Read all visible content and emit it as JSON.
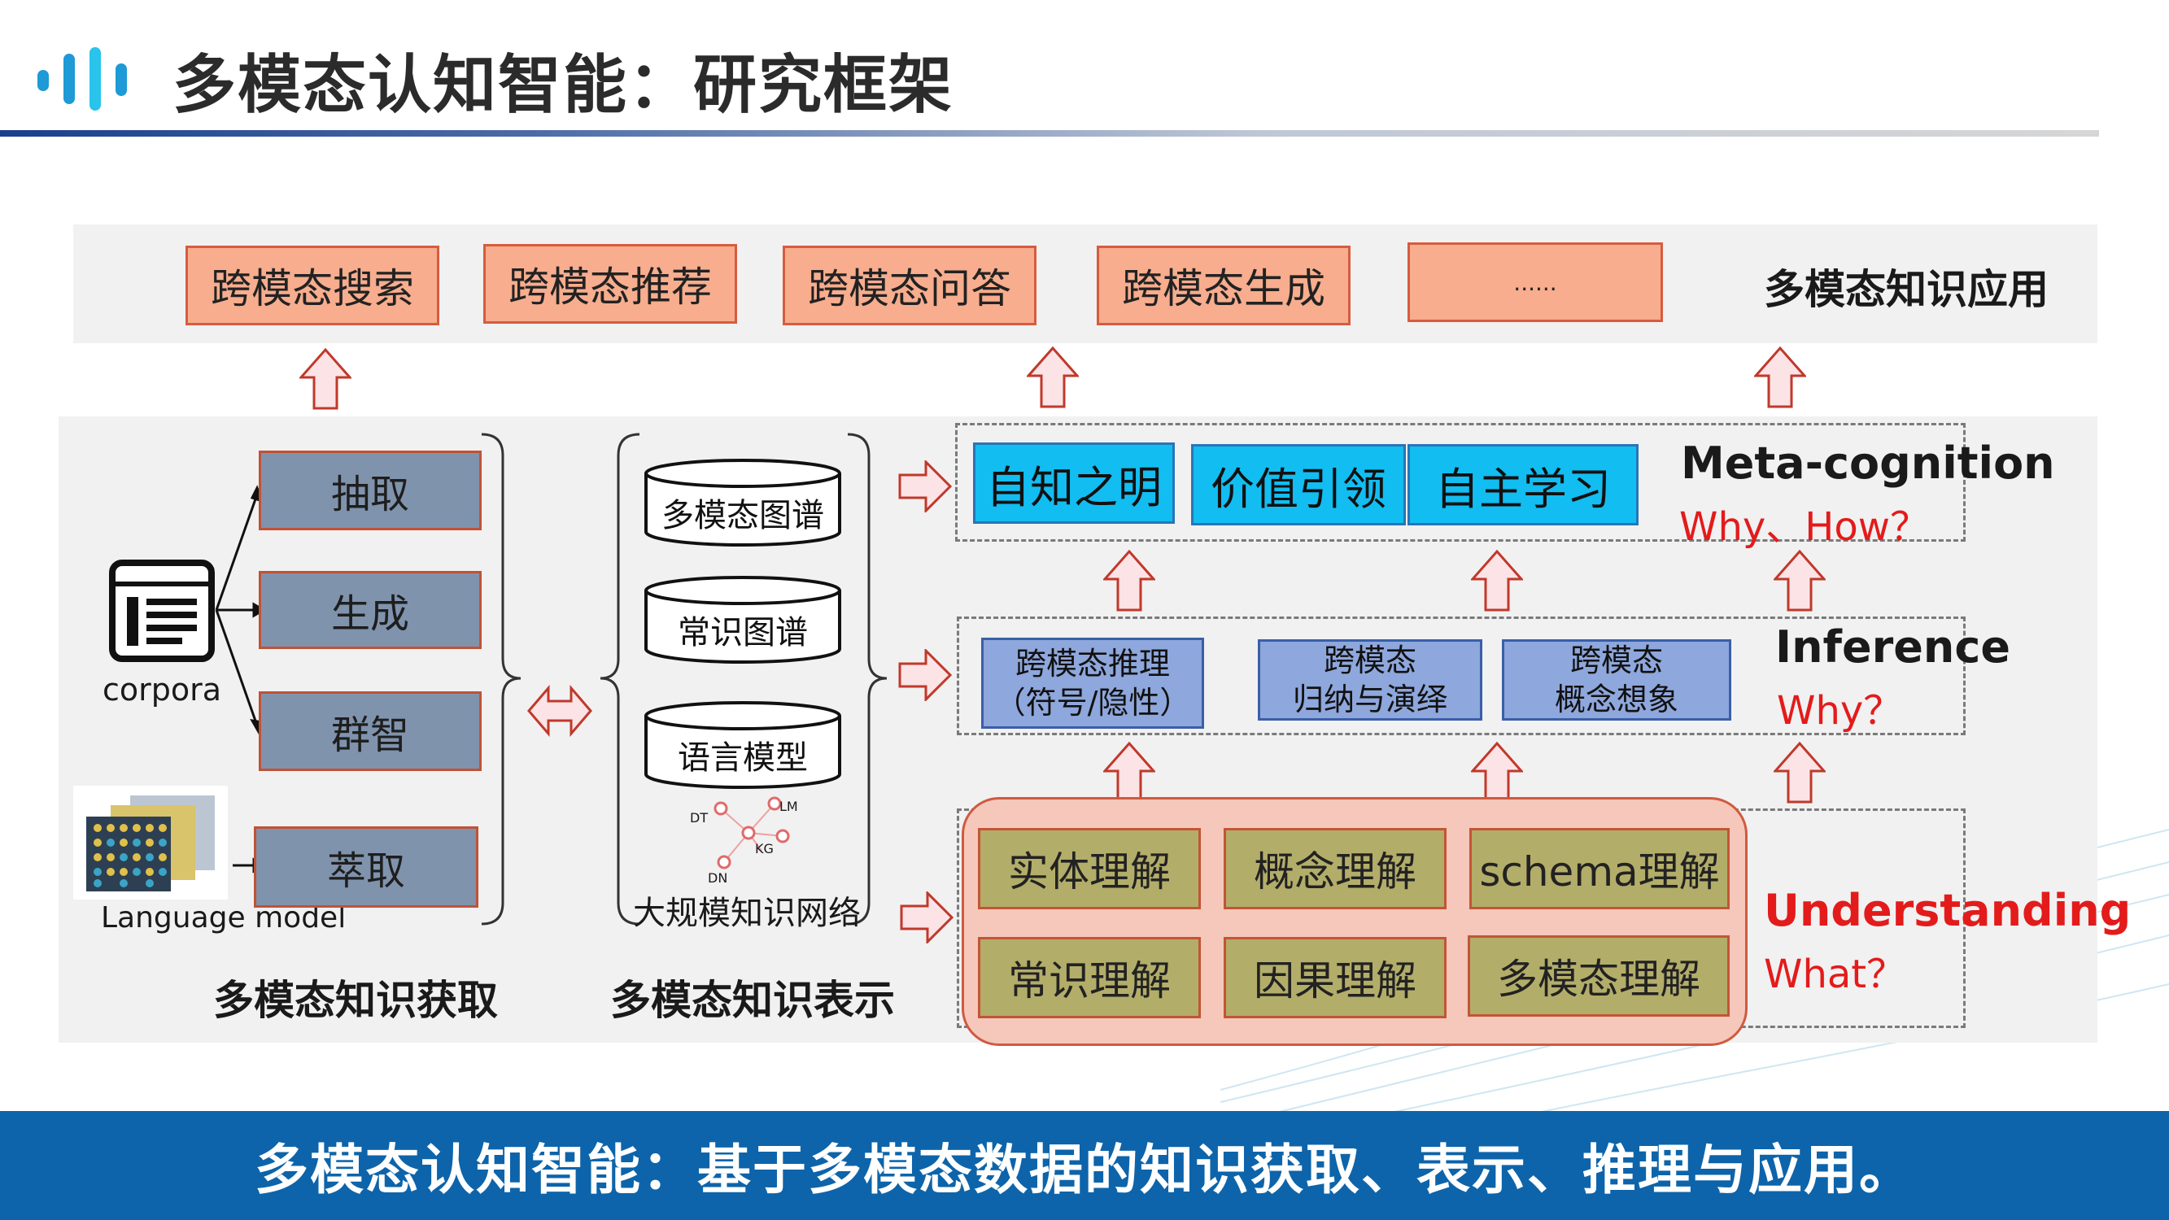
{
  "header": {
    "title": "多模态认知智能：研究框架"
  },
  "applications": {
    "items": [
      "跨模态搜索",
      "跨模态推荐",
      "跨模态问答",
      "跨模态生成",
      "......"
    ],
    "label": "多模态知识应用"
  },
  "acquisition": {
    "items": [
      "抽取",
      "生成",
      "群智",
      "萃取"
    ],
    "corpora_label": "corpora",
    "language_model_label": "Language model",
    "section_label": "多模态知识获取"
  },
  "representation": {
    "items": [
      "多模态图谱",
      "常识图谱",
      "语言模型"
    ],
    "graph_nodes": [
      "DT",
      "LM",
      "KG",
      "DN"
    ],
    "network_label": "大规模知识网络",
    "section_label": "多模态知识表示"
  },
  "metacognition": {
    "items": [
      "自知之明",
      "价值引领",
      "自主学习"
    ],
    "title": "Meta-cognition",
    "question": "Why、How？"
  },
  "inference": {
    "items": [
      {
        "line1": "跨模态推理",
        "line2": "（符号/隐性）"
      },
      {
        "line1": "跨模态",
        "line2": "归纳与演绎"
      },
      {
        "line1": "跨模态",
        "line2": "概念想象"
      }
    ],
    "title": "Inference",
    "question": "Why？"
  },
  "understanding": {
    "items": [
      "实体理解",
      "概念理解",
      "schema理解",
      "常识理解",
      "因果理解",
      "多模态理解"
    ],
    "title": "Understanding",
    "question": "What？"
  },
  "footer": {
    "text": "多模态认知智能：基于多模态数据的知识获取、表示、推理与应用。"
  },
  "colors": {
    "brand_blue": "#0d64aa",
    "app_box": "#f7ad8e",
    "meta_box": "#12bdf1",
    "inference_box": "#8ea7dc",
    "understanding_box": "#b3ad6a",
    "acquisition_box": "#8093ad",
    "accent_red": "#e31b1b"
  }
}
